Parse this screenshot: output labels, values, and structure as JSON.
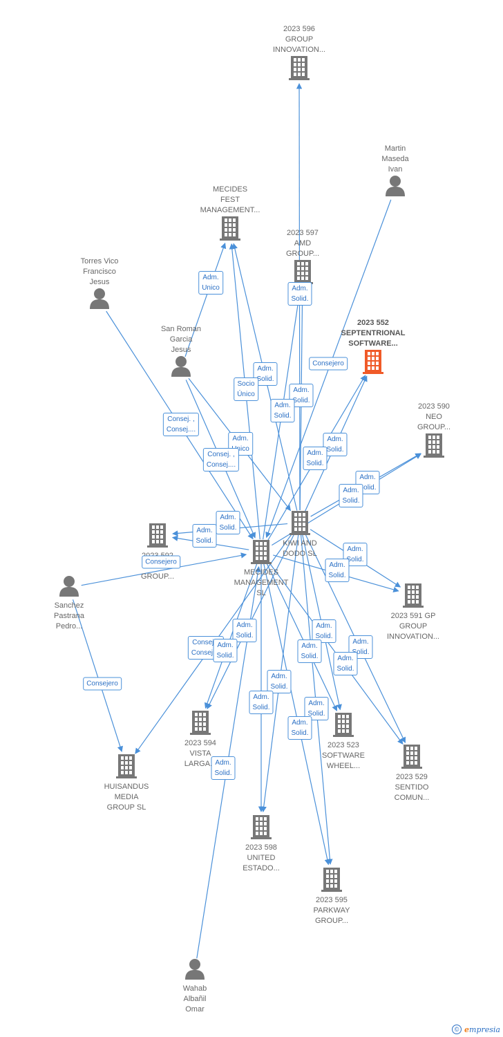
{
  "colors": {
    "edge": "#4a90d9",
    "building": "#777777",
    "highlight": "#f05a28",
    "person": "#777777"
  },
  "nodes": [
    {
      "id": "gi596",
      "type": "company",
      "label": "2023 596\nGROUP\nINNOVATION..."
    },
    {
      "id": "martin",
      "type": "person",
      "label": "Martin\nMaseda\nIvan"
    },
    {
      "id": "mecides_fest",
      "type": "company",
      "label": "MECIDES\nFEST\nMANAGEMENT..."
    },
    {
      "id": "amd597",
      "type": "company",
      "label": "2023 597\nAMD\nGROUP..."
    },
    {
      "id": "torres",
      "type": "person",
      "label": "Torres Vico\nFrancisco\nJesus"
    },
    {
      "id": "sept552",
      "type": "company",
      "highlight": true,
      "label": "2023 552\nSEPTENTRIONAL\nSOFTWARE..."
    },
    {
      "id": "sanroman",
      "type": "person",
      "label": "San Roman\nGarcia\nJesus"
    },
    {
      "id": "neo590",
      "type": "company",
      "label": "2023 590\nNEO\nGROUP..."
    },
    {
      "id": "kiwi",
      "type": "company",
      "label": "KIWI AND\nDODO  SL"
    },
    {
      "id": "g592",
      "type": "company",
      "label": "2023 592\n\nGROUP..."
    },
    {
      "id": "mecides_mgmt",
      "type": "company",
      "label": "MECIDES\nMANAGEMENT\nSL"
    },
    {
      "id": "sanchez",
      "type": "person",
      "label": "Sanchez\nPastrana\nPedro..."
    },
    {
      "id": "gp591",
      "type": "company",
      "label": "2023 591 GP\nGROUP\nINNOVATION..."
    },
    {
      "id": "vista594",
      "type": "company",
      "label": "2023 594\nVISTA\nLARGA..."
    },
    {
      "id": "sw523",
      "type": "company",
      "label": "2023 523\nSOFTWARE\nWHEEL..."
    },
    {
      "id": "sentido529",
      "type": "company",
      "label": "2023 529\nSENTIDO\nCOMUN..."
    },
    {
      "id": "huisandus",
      "type": "company",
      "label": "HUISANDUS\nMEDIA\nGROUP  SL"
    },
    {
      "id": "united598",
      "type": "company",
      "label": "2023 598\nUNITED\nESTADO..."
    },
    {
      "id": "parkway595",
      "type": "company",
      "label": "2023 595\nPARKWAY\nGROUP..."
    },
    {
      "id": "wahab",
      "type": "person",
      "label": "Wahab\nAlbañil\nOmar"
    }
  ],
  "edges": [
    {
      "from": "kiwi",
      "to": "gi596"
    },
    {
      "from": "kiwi",
      "to": "mecides_fest"
    },
    {
      "from": "mecides_mgmt",
      "to": "mecides_fest"
    },
    {
      "from": "sanroman",
      "to": "mecides_fest"
    },
    {
      "from": "kiwi",
      "to": "amd597"
    },
    {
      "from": "mecides_mgmt",
      "to": "amd597"
    },
    {
      "from": "martin",
      "to": "mecides_mgmt"
    },
    {
      "from": "torres",
      "to": "mecides_mgmt"
    },
    {
      "from": "sanroman",
      "to": "mecides_mgmt"
    },
    {
      "from": "sanroman",
      "to": "kiwi"
    },
    {
      "from": "kiwi",
      "to": "sept552"
    },
    {
      "from": "mecides_mgmt",
      "to": "sept552"
    },
    {
      "from": "kiwi",
      "to": "neo590"
    },
    {
      "from": "mecides_mgmt",
      "to": "neo590"
    },
    {
      "from": "kiwi",
      "to": "g592"
    },
    {
      "from": "mecides_mgmt",
      "to": "g592"
    },
    {
      "from": "sanchez",
      "to": "mecides_mgmt"
    },
    {
      "from": "kiwi",
      "to": "gp591"
    },
    {
      "from": "mecides_mgmt",
      "to": "gp591"
    },
    {
      "from": "kiwi",
      "to": "vista594"
    },
    {
      "from": "mecides_mgmt",
      "to": "vista594"
    },
    {
      "from": "kiwi",
      "to": "sw523"
    },
    {
      "from": "mecides_mgmt",
      "to": "sw523"
    },
    {
      "from": "kiwi",
      "to": "sentido529"
    },
    {
      "from": "mecides_mgmt",
      "to": "sentido529"
    },
    {
      "from": "sanchez",
      "to": "huisandus"
    },
    {
      "from": "kiwi",
      "to": "huisandus"
    },
    {
      "from": "kiwi",
      "to": "united598"
    },
    {
      "from": "mecides_mgmt",
      "to": "united598"
    },
    {
      "from": "kiwi",
      "to": "parkway595"
    },
    {
      "from": "mecides_mgmt",
      "to": "parkway595"
    },
    {
      "from": "wahab",
      "to": "mecides_mgmt"
    }
  ],
  "edge_labels": [
    "Adm.\nUnico",
    "Adm.\nSolid.",
    "Adm.\nSolid.",
    "Socio\nÚnico",
    "Consejero",
    "Adm.\nSolid.",
    "Adm.\nSolid.",
    "Consej. ,\nConsej....",
    "Adm.\nUnico",
    "Consej. ,\nConsej....",
    "Adm.\nSolid.",
    "Adm.\nSolid.",
    "Adm.\nSolid.",
    "Adm.\nSolid.",
    "Adm.\nSolid.",
    "Adm.\nSolid.",
    "Consejero",
    "Adm.\nSolid.",
    "Adm.\nSolid.",
    "Consej. ,\nConsej....",
    "Adm.\nSolid.",
    "Adm.\nSolid.",
    "Adm.\nSolid.",
    "Adm.\nSolid.",
    "Adm.\nSolid.",
    "Adm.\nSolid.",
    "Adm.\nSolid.",
    "Adm.\nSolid.",
    "Adm.\nSolid.",
    "Consejero",
    "Adm.\nSolid.",
    "Adm.\nSolid.",
    "Consejero"
  ],
  "footer": {
    "copyright": "©",
    "brand_e": "e",
    "brand_rest": "mpresia"
  }
}
